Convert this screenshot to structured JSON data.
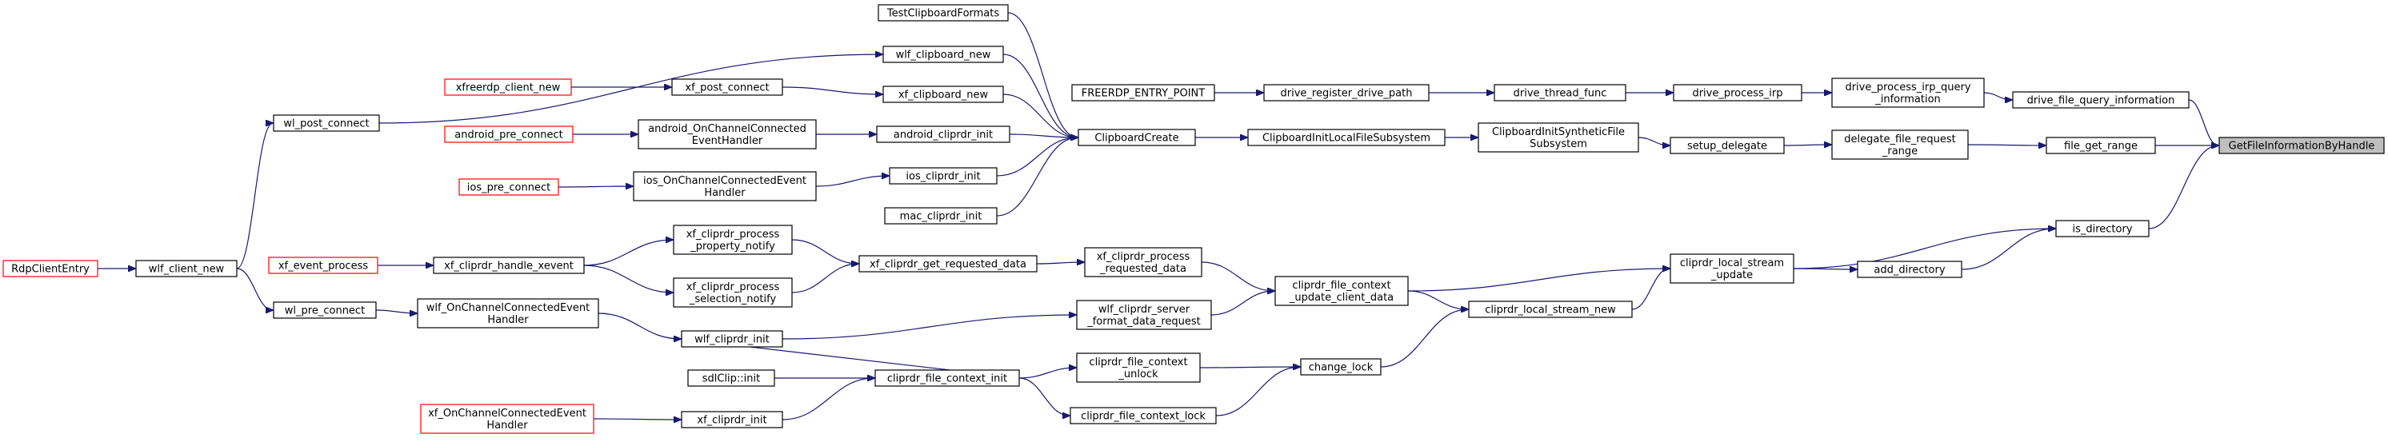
{
  "nodes": {
    "n_get_file_information_by_handle": {
      "lines": [
        "GetFileInformationByHandle"
      ],
      "highlight": true
    },
    "n_drive_file_query_information": {
      "lines": [
        "drive_file_query_information"
      ]
    },
    "n_file_get_range": {
      "lines": [
        "file_get_range"
      ]
    },
    "n_is_directory": {
      "lines": [
        "is_directory"
      ]
    },
    "n_drive_process_irp_query_information": {
      "lines": [
        "drive_process_irp_query",
        "_information"
      ]
    },
    "n_drive_process_irp": {
      "lines": [
        "drive_process_irp"
      ]
    },
    "n_drive_thread_func": {
      "lines": [
        "drive_thread_func"
      ]
    },
    "n_drive_register_drive_path": {
      "lines": [
        "drive_register_drive_path"
      ]
    },
    "n_freerdp_entry_point": {
      "lines": [
        "FREERDP_ENTRY_POINT"
      ]
    },
    "n_delegate_file_request_range": {
      "lines": [
        "delegate_file_request",
        "_range"
      ]
    },
    "n_setup_delegate": {
      "lines": [
        "setup_delegate"
      ]
    },
    "n_clipboard_init_synthetic_file_subsystem": {
      "lines": [
        "ClipboardInitSyntheticFile",
        "Subsystem"
      ]
    },
    "n_clipboard_init_local_file_subsystem": {
      "lines": [
        "ClipboardInitLocalFileSubsystem"
      ]
    },
    "n_clipboard_create": {
      "lines": [
        "ClipboardCreate"
      ]
    },
    "n_test_clipboard_formats": {
      "lines": [
        "TestClipboardFormats"
      ]
    },
    "n_wlf_clipboard_new": {
      "lines": [
        "wlf_clipboard_new"
      ]
    },
    "n_xf_clipboard_new": {
      "lines": [
        "xf_clipboard_new"
      ]
    },
    "n_android_cliprdr_init": {
      "lines": [
        "android_cliprdr_init"
      ]
    },
    "n_ios_cliprdr_init": {
      "lines": [
        "ios_cliprdr_init"
      ]
    },
    "n_mac_cliprdr_init": {
      "lines": [
        "mac_cliprdr_init"
      ]
    },
    "n_wl_post_connect": {
      "lines": [
        "wl_post_connect"
      ]
    },
    "n_xf_post_connect": {
      "lines": [
        "xf_post_connect"
      ]
    },
    "n_xfreerdp_client_new": {
      "lines": [
        "xfreerdp_client_new"
      ],
      "red": true
    },
    "n_android_on_channel_connected_event_handler": {
      "lines": [
        "android_OnChannelConnected",
        "EventHandler"
      ]
    },
    "n_android_pre_connect": {
      "lines": [
        "android_pre_connect"
      ],
      "red": true
    },
    "n_ios_on_channel_connected_event_handler": {
      "lines": [
        "ios_OnChannelConnectedEvent",
        "Handler"
      ]
    },
    "n_ios_pre_connect": {
      "lines": [
        "ios_pre_connect"
      ],
      "red": true
    },
    "n_wlf_client_new": {
      "lines": [
        "wlf_client_new"
      ]
    },
    "n_rdp_client_entry": {
      "lines": [
        "RdpClientEntry"
      ],
      "red": true
    },
    "n_add_directory": {
      "lines": [
        "add_directory"
      ]
    },
    "n_cliprdr_local_stream_update": {
      "lines": [
        "cliprdr_local_stream",
        "_update"
      ]
    },
    "n_cliprdr_local_stream_new": {
      "lines": [
        "cliprdr_local_stream_new"
      ]
    },
    "n_cliprdr_file_context_update_client_data": {
      "lines": [
        "cliprdr_file_context",
        "_update_client_data"
      ]
    },
    "n_xf_cliprdr_process_requested_data": {
      "lines": [
        "xf_cliprdr_process",
        "_requested_data"
      ]
    },
    "n_wlf_cliprdr_server_format_data_request": {
      "lines": [
        "wlf_cliprdr_server",
        "_format_data_request"
      ]
    },
    "n_xf_cliprdr_get_requested_data": {
      "lines": [
        "xf_cliprdr_get_requested_data"
      ]
    },
    "n_xf_cliprdr_process_property_notify": {
      "lines": [
        "xf_cliprdr_process",
        "_property_notify"
      ]
    },
    "n_xf_cliprdr_process_selection_notify": {
      "lines": [
        "xf_cliprdr_process",
        "_selection_notify"
      ]
    },
    "n_xf_cliprdr_handle_xevent": {
      "lines": [
        "xf_cliprdr_handle_xevent"
      ]
    },
    "n_xf_event_process": {
      "lines": [
        "xf_event_process"
      ],
      "red": true
    },
    "n_wlf_cliprdr_init": {
      "lines": [
        "wlf_cliprdr_init"
      ]
    },
    "n_wlf_on_channel_connected_event_handler": {
      "lines": [
        "wlf_OnChannelConnectedEvent",
        "Handler"
      ]
    },
    "n_wl_pre_connect": {
      "lines": [
        "wl_pre_connect"
      ]
    },
    "n_change_lock": {
      "lines": [
        "change_lock"
      ]
    },
    "n_cliprdr_file_context_unlock": {
      "lines": [
        "cliprdr_file_context",
        "_unlock"
      ]
    },
    "n_cliprdr_file_context_lock": {
      "lines": [
        "cliprdr_file_context_lock"
      ]
    },
    "n_cliprdr_file_context_init": {
      "lines": [
        "cliprdr_file_context_init"
      ]
    },
    "n_sdl_clip_init": {
      "lines": [
        "sdlClip::init"
      ]
    },
    "n_xf_cliprdr_init": {
      "lines": [
        "xf_cliprdr_init"
      ]
    },
    "n_xf_on_channel_connected_event_handler": {
      "lines": [
        "xf_OnChannelConnectedEvent",
        "Handler"
      ],
      "red": true
    }
  },
  "edges": [
    [
      "n_drive_file_query_information",
      "n_get_file_information_by_handle"
    ],
    [
      "n_file_get_range",
      "n_get_file_information_by_handle"
    ],
    [
      "n_is_directory",
      "n_get_file_information_by_handle"
    ],
    [
      "n_drive_process_irp_query_information",
      "n_drive_file_query_information"
    ],
    [
      "n_drive_process_irp",
      "n_drive_process_irp_query_information"
    ],
    [
      "n_drive_thread_func",
      "n_drive_process_irp"
    ],
    [
      "n_drive_register_drive_path",
      "n_drive_thread_func"
    ],
    [
      "n_freerdp_entry_point",
      "n_drive_register_drive_path"
    ],
    [
      "n_delegate_file_request_range",
      "n_file_get_range"
    ],
    [
      "n_setup_delegate",
      "n_delegate_file_request_range"
    ],
    [
      "n_clipboard_init_synthetic_file_subsystem",
      "n_setup_delegate"
    ],
    [
      "n_clipboard_init_local_file_subsystem",
      "n_clipboard_init_synthetic_file_subsystem"
    ],
    [
      "n_clipboard_create",
      "n_clipboard_init_local_file_subsystem"
    ],
    [
      "n_test_clipboard_formats",
      "n_clipboard_create"
    ],
    [
      "n_wlf_clipboard_new",
      "n_clipboard_create"
    ],
    [
      "n_xf_clipboard_new",
      "n_clipboard_create"
    ],
    [
      "n_android_cliprdr_init",
      "n_clipboard_create"
    ],
    [
      "n_ios_cliprdr_init",
      "n_clipboard_create"
    ],
    [
      "n_mac_cliprdr_init",
      "n_clipboard_create"
    ],
    [
      "n_wl_post_connect",
      "n_wlf_clipboard_new"
    ],
    [
      "n_xf_post_connect",
      "n_xf_clipboard_new"
    ],
    [
      "n_xfreerdp_client_new",
      "n_xf_post_connect"
    ],
    [
      "n_android_on_channel_connected_event_handler",
      "n_android_cliprdr_init"
    ],
    [
      "n_android_pre_connect",
      "n_android_on_channel_connected_event_handler"
    ],
    [
      "n_ios_on_channel_connected_event_handler",
      "n_ios_cliprdr_init"
    ],
    [
      "n_ios_pre_connect",
      "n_ios_on_channel_connected_event_handler"
    ],
    [
      "n_wlf_client_new",
      "n_wl_post_connect"
    ],
    [
      "n_wlf_client_new",
      "n_wl_pre_connect"
    ],
    [
      "n_rdp_client_entry",
      "n_wlf_client_new"
    ],
    [
      "n_add_directory",
      "n_is_directory"
    ],
    [
      "n_cliprdr_local_stream_update",
      "n_is_directory"
    ],
    [
      "n_cliprdr_local_stream_update",
      "n_add_directory"
    ],
    [
      "n_cliprdr_local_stream_new",
      "n_cliprdr_local_stream_update"
    ],
    [
      "n_cliprdr_file_context_update_client_data",
      "n_cliprdr_local_stream_update"
    ],
    [
      "n_cliprdr_file_context_update_client_data",
      "n_cliprdr_local_stream_new"
    ],
    [
      "n_xf_cliprdr_process_requested_data",
      "n_cliprdr_file_context_update_client_data"
    ],
    [
      "n_wlf_cliprdr_server_format_data_request",
      "n_cliprdr_file_context_update_client_data"
    ],
    [
      "n_xf_cliprdr_get_requested_data",
      "n_xf_cliprdr_process_requested_data"
    ],
    [
      "n_xf_cliprdr_process_property_notify",
      "n_xf_cliprdr_get_requested_data"
    ],
    [
      "n_xf_cliprdr_process_selection_notify",
      "n_xf_cliprdr_get_requested_data"
    ],
    [
      "n_xf_cliprdr_handle_xevent",
      "n_xf_cliprdr_process_property_notify"
    ],
    [
      "n_xf_cliprdr_handle_xevent",
      "n_xf_cliprdr_process_selection_notify"
    ],
    [
      "n_xf_event_process",
      "n_xf_cliprdr_handle_xevent"
    ],
    [
      "n_wlf_cliprdr_init",
      "n_wlf_cliprdr_server_format_data_request"
    ],
    [
      "n_wlf_on_channel_connected_event_handler",
      "n_wlf_cliprdr_init"
    ],
    [
      "n_wl_pre_connect",
      "n_wlf_on_channel_connected_event_handler"
    ],
    [
      "n_change_lock",
      "n_cliprdr_local_stream_new"
    ],
    [
      "n_cliprdr_file_context_unlock",
      "n_change_lock"
    ],
    [
      "n_cliprdr_file_context_lock",
      "n_change_lock"
    ],
    [
      "n_cliprdr_file_context_init",
      "n_wlf_cliprdr_init"
    ],
    [
      "n_cliprdr_file_context_init",
      "n_cliprdr_file_context_unlock"
    ],
    [
      "n_cliprdr_file_context_init",
      "n_cliprdr_file_context_lock"
    ],
    [
      "n_sdl_clip_init",
      "n_cliprdr_file_context_init"
    ],
    [
      "n_xf_cliprdr_init",
      "n_cliprdr_file_context_init"
    ],
    [
      "n_xf_on_channel_connected_event_handler",
      "n_xf_cliprdr_init"
    ]
  ]
}
